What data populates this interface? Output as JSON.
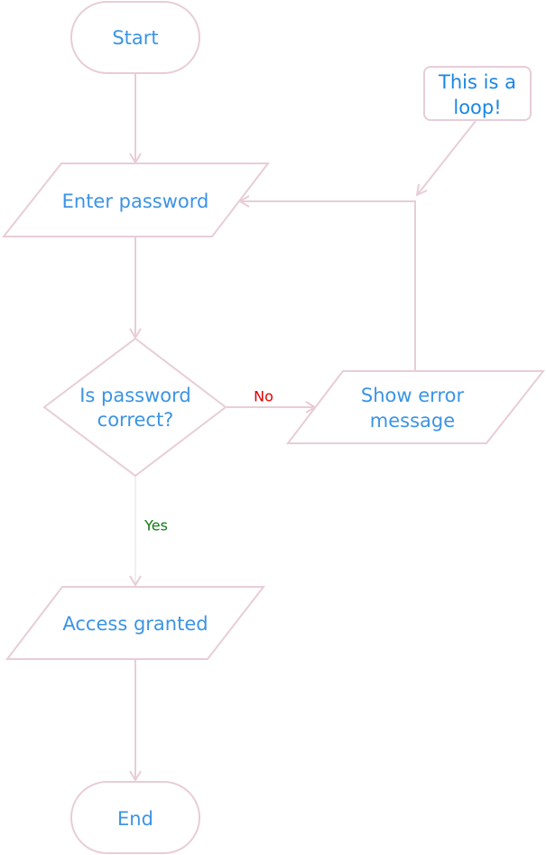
{
  "diagram": {
    "nodes": {
      "start": "Start",
      "enter_password": "Enter password",
      "decision_line1": "Is password",
      "decision_line2": "correct?",
      "error_line1": "Show error",
      "error_line2": "message",
      "access": "Access granted",
      "end": "End"
    },
    "note": {
      "line1": "This is a",
      "line2": "loop!"
    },
    "edges": {
      "no_label": "No",
      "yes_label": "Yes"
    },
    "colors": {
      "node_text": "#3b94e5",
      "note_text": "#1a86e6",
      "outline": "#e7cdd9",
      "no_label": "#e00000",
      "yes_label": "#137a13"
    }
  }
}
